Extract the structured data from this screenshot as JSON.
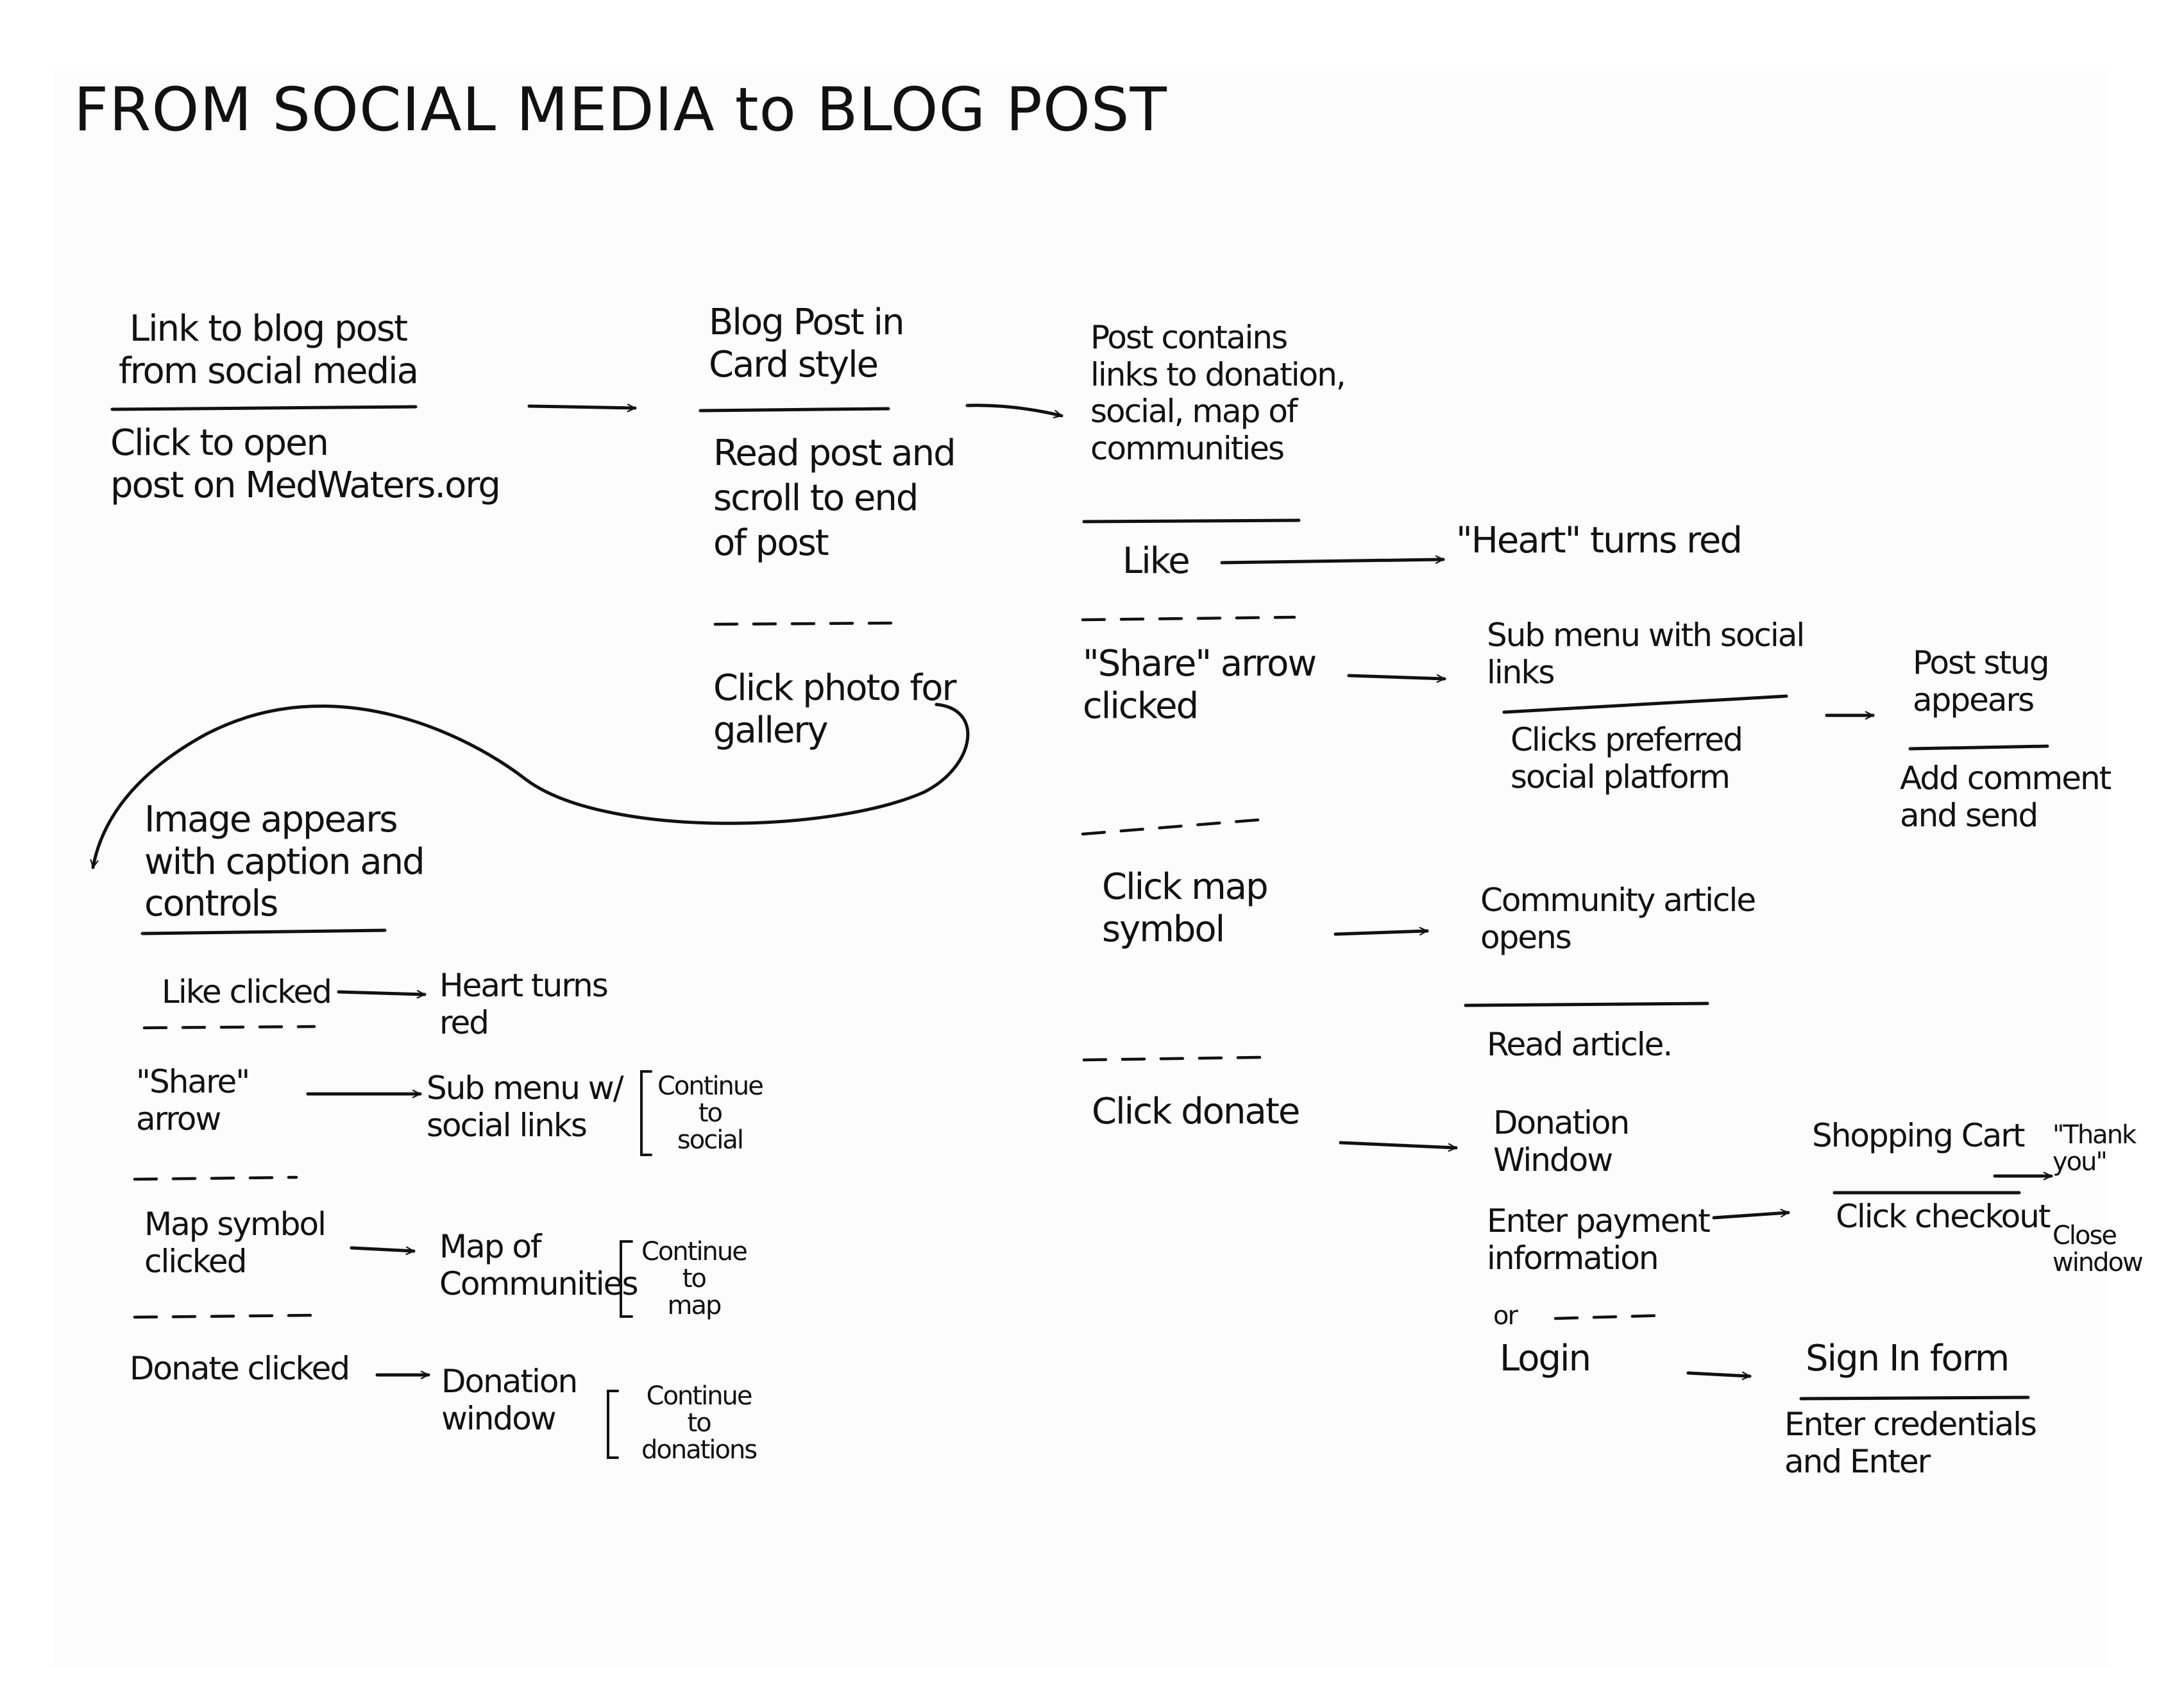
{
  "title": "FROM SOCIAL MEDIA to BLOG POST",
  "nodes": {
    "social_link": "Link to blog post\nfrom social media",
    "social_link_action": "Click to open\npost on MedWaters.org",
    "blog_card": "Blog Post in\nCard style",
    "blog_card_action": "Read post and\nscroll to end\nof post",
    "blog_gallery_action": "Click photo for\ngallery",
    "post_links": "Post contains\nlinks to donation,\nsocial, map of\ncommunities",
    "like": "Like",
    "heart_red": "\"Heart\" turns red",
    "share_arrow": "\"Share\" arrow\nclicked",
    "submenu_social": "Sub menu with social\nlinks",
    "submenu_action": "Clicks preferred\nsocial platform",
    "post_stug": "Post stug\nappears",
    "post_stug_action": "Add comment\nand send",
    "click_map": "Click map\nsymbol",
    "community_article": "Community article\nopens",
    "community_action": "Read article.",
    "click_donate": "Click donate",
    "donation_window": "Donation\nWindow",
    "donation_action": "Enter payment\ninformation",
    "or": "or",
    "login": "Login",
    "shopping_cart": "Shopping Cart",
    "cart_action": "Click checkout",
    "thank_you": "\"Thank\nyou\"",
    "close_window": "Close\nwindow",
    "sign_in": "Sign In form",
    "sign_in_action": "Enter credentials\nand Enter",
    "gallery_image": "Image appears\nwith caption and\ncontrols",
    "g_like": "Like clicked",
    "g_heart": "Heart turns\nred",
    "g_share": "\"Share\"\narrow",
    "g_submenu": "Sub menu w/\nsocial links",
    "g_cont_social": "Continue\nto\nsocial",
    "g_map": "Map symbol\nclicked",
    "g_map_comm": "Map of\nCommunities",
    "g_cont_map": "Continue\nto\nmap",
    "g_donate": "Donate clicked",
    "g_donation_window": "Donation\nwindow",
    "g_cont_donation": "Continue\nto\ndonations"
  }
}
